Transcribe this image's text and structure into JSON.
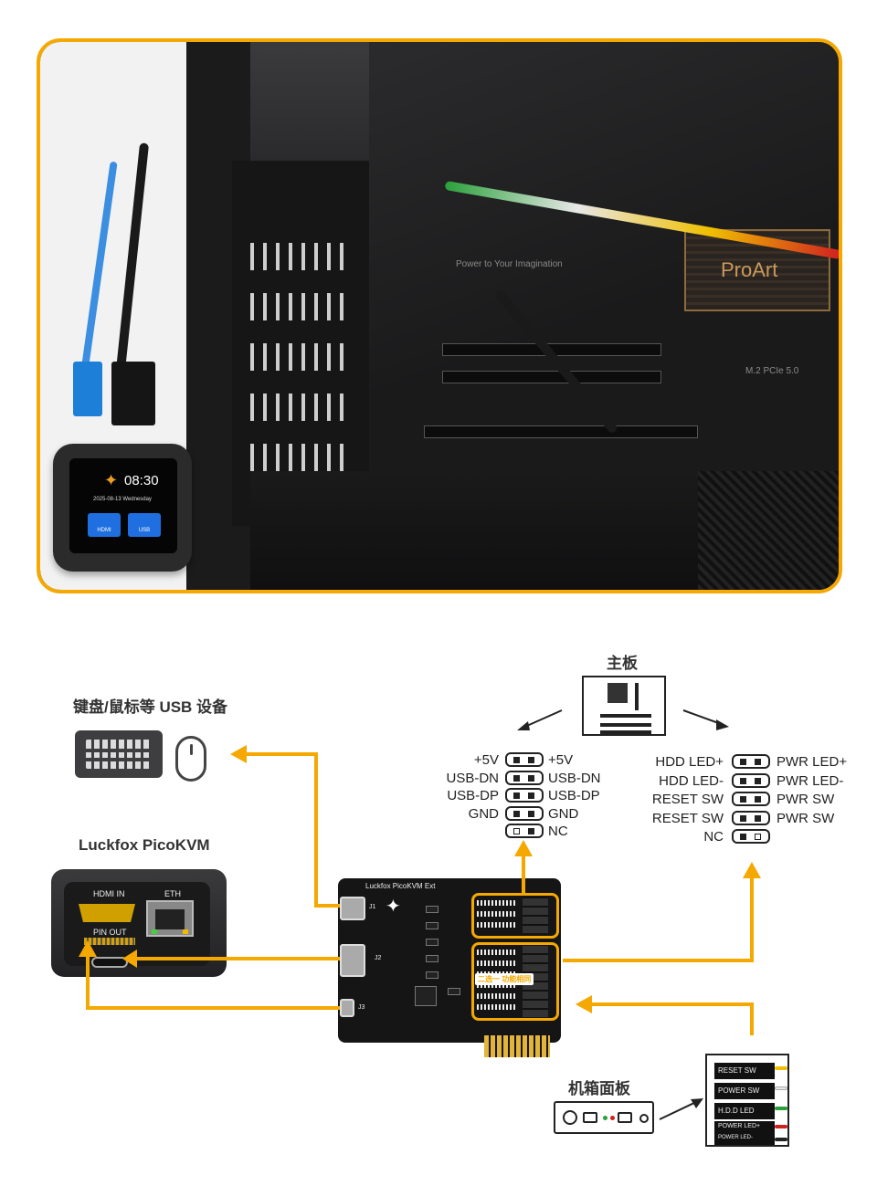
{
  "photo": {
    "device_time": "08:30",
    "device_date": "2025-08-13  Wednesday",
    "device_tiles": [
      "HDMI",
      "USB"
    ],
    "board_brand": "ProArt",
    "board_slogan": "Power to Your Imagination",
    "board_slot_label": "M.2 PCIe 5.0"
  },
  "diagram": {
    "usb_devices_label": "键盘/鼠标等 USB 设备",
    "kvm_label": "Luckfox PicoKVM",
    "kvm_ports": {
      "hdmi": "HDMI IN",
      "eth": "ETH",
      "pinout": "PIN OUT"
    },
    "motherboard_label": "主板",
    "chassis_label": "机箱面板",
    "ext_board": {
      "title": "Luckfox PicoKVM Ext",
      "j1": "J1",
      "j2": "J2",
      "j3": "J3",
      "select_tag": "二选一 功能相同"
    },
    "usb_header": {
      "left": [
        "+5V",
        "USB-DN",
        "USB-DP",
        "GND"
      ],
      "right": [
        "+5V",
        "USB-DN",
        "USB-DP",
        "GND",
        "NC"
      ]
    },
    "panel_header": {
      "left": [
        "HDD LED+",
        "HDD LED-",
        "RESET SW",
        "RESET SW",
        "NC"
      ],
      "right": [
        "PWR LED+",
        "PWR LED-",
        "PWR SW",
        "PWR SW"
      ]
    },
    "chassis_cables": [
      "RESET SW",
      "POWER SW",
      "H.D.D LED",
      "POWER LED+",
      "POWER LED-"
    ]
  },
  "colors": {
    "accent": "#f5a800",
    "dark": "#222222"
  }
}
